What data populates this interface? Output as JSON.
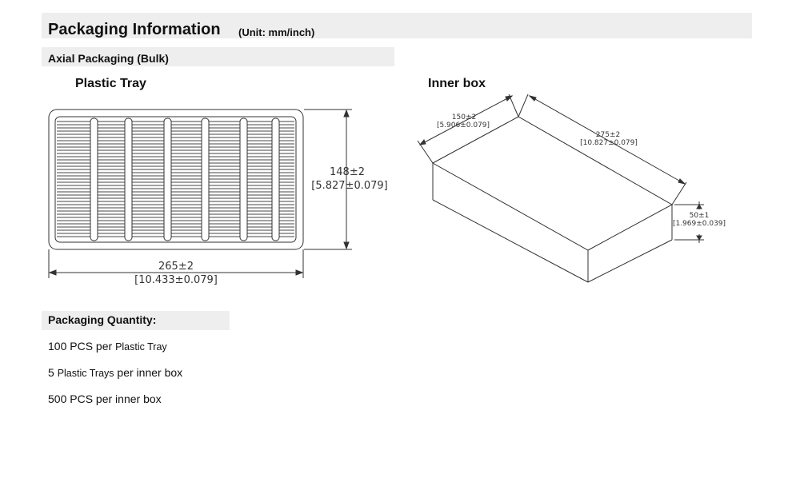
{
  "header": {
    "title": "Packaging Information",
    "unit": "(Unit: mm/inch)"
  },
  "section": {
    "title": "Axial Packaging (Bulk)"
  },
  "tray": {
    "caption": "Plastic Tray",
    "height_dim": "148±2",
    "height_dim_inch": "[5.827±0.079]",
    "width_dim": "265±2",
    "width_dim_inch": "[10.433±0.079]"
  },
  "box": {
    "caption": "Inner box",
    "depth_dim": "150±2",
    "depth_dim_inch": "[5.906±0.079]",
    "length_dim": "275±2",
    "length_dim_inch": "[10.827±0.079]",
    "height_dim": "50±1",
    "height_dim_inch": "[1.969±0.039]"
  },
  "quantity": {
    "title": "Packaging Quantity:",
    "lines": [
      {
        "a": "100 PCS per ",
        "b": "Plastic Tray",
        "c": ""
      },
      {
        "a": "5 ",
        "b": "Plastic Trays",
        "c": " per inner box"
      },
      {
        "a": "500 PCS per inner box",
        "b": "",
        "c": ""
      }
    ]
  }
}
